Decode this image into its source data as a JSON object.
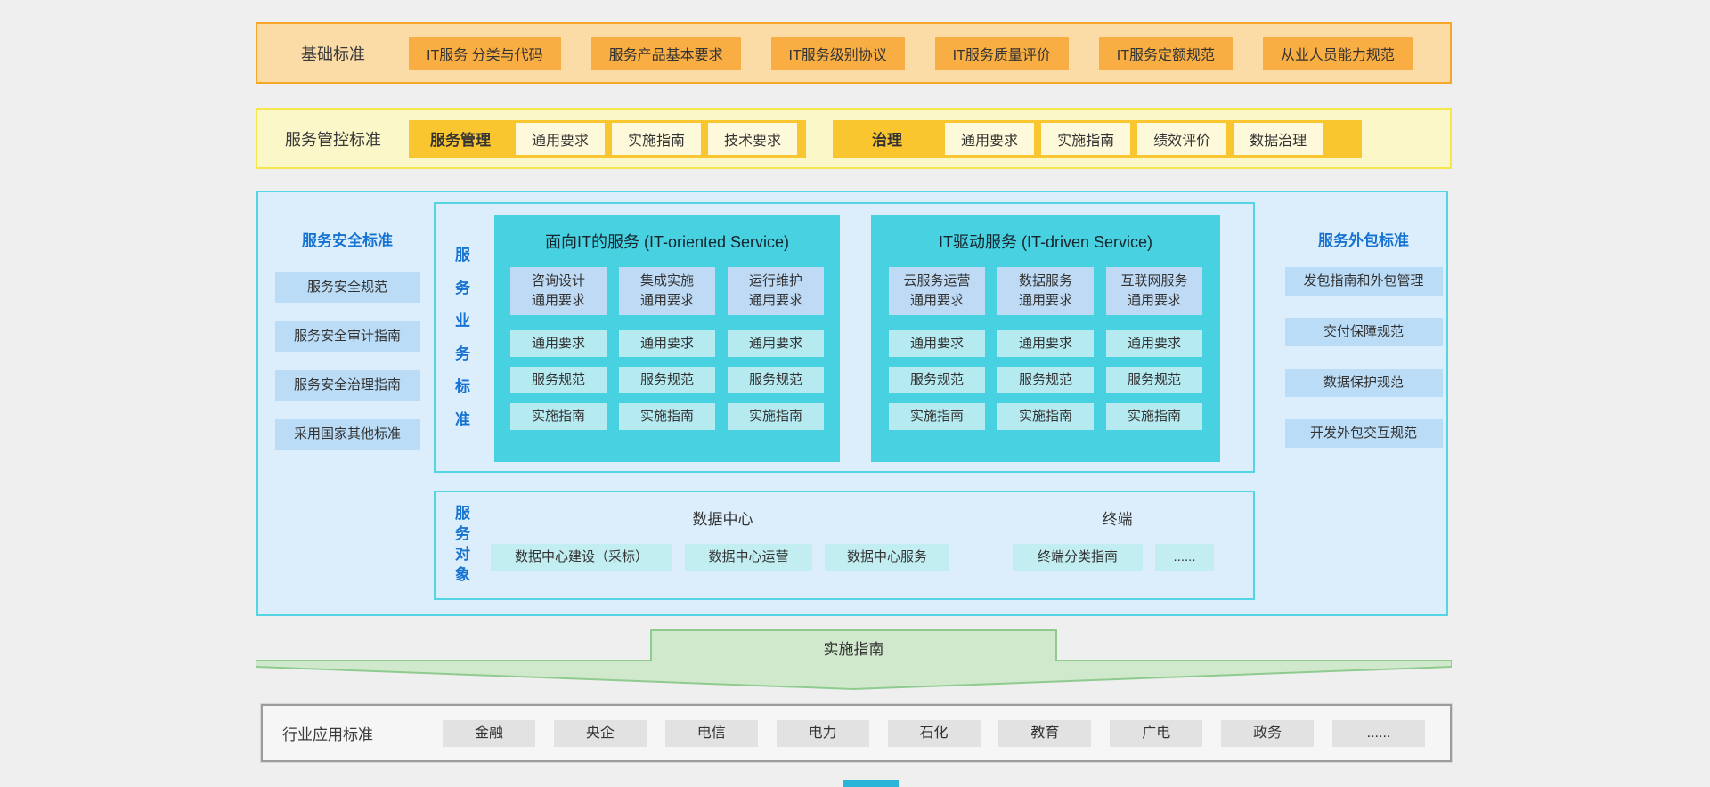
{
  "colors": {
    "page_bg": "#efeff0",
    "basic_row_bg": "#fcdca6",
    "basic_row_border": "#f6a629",
    "basic_button_bg": "#f9ae43",
    "control_row_bg": "#fbf7c9",
    "control_row_border": "#f5e74b",
    "control_group_bg": "#f9c62f",
    "control_item_bg": "#fdf9da",
    "main_bg": "#dceefb",
    "cyan_border": "#55d4e4",
    "blue_title_text": "#1673d1",
    "blue_item_bg": "#bbdcf7",
    "panel_bg": "#47d1e1",
    "panel_header_bg": "#bfdaf4",
    "panel_cell_bg": "#b5eaf1",
    "object_item_bg": "#c2eef2",
    "arrow_fill": "#d0e9cd",
    "arrow_border": "#8fcb8f",
    "industry_border": "#9c9c9c",
    "industry_btn_bg": "#e2e2e2"
  },
  "basic_row": {
    "title": "基础标准",
    "items": [
      "IT服务 分类与代码",
      "服务产品基本要求",
      "IT服务级别协议",
      "IT服务质量评价",
      "IT服务定额规范",
      "从业人员能力规范"
    ]
  },
  "control_row": {
    "title": "服务管控标准",
    "groups": [
      {
        "label": "服务管理",
        "items": [
          "通用要求",
          "实施指南",
          "技术要求"
        ]
      },
      {
        "label": "治理",
        "items": [
          "通用要求",
          "实施指南",
          "绩效评价",
          "数据治理"
        ]
      }
    ]
  },
  "security": {
    "title": "服务安全标准",
    "items": [
      "服务安全规范",
      "服务安全审计指南",
      "服务安全治理指南",
      "采用国家其他标准"
    ]
  },
  "business": {
    "side_label": "服务业务标准",
    "panels": [
      {
        "title": "面向IT的服务 (IT-oriented Service)",
        "columns": [
          {
            "header_line1": "咨询设计",
            "header_line2": "通用要求",
            "rows": [
              "通用要求",
              "服务规范",
              "实施指南"
            ]
          },
          {
            "header_line1": "集成实施",
            "header_line2": "通用要求",
            "rows": [
              "通用要求",
              "服务规范",
              "实施指南"
            ]
          },
          {
            "header_line1": "运行维护",
            "header_line2": "通用要求",
            "rows": [
              "通用要求",
              "服务规范",
              "实施指南"
            ]
          }
        ]
      },
      {
        "title": "IT驱动服务 (IT-driven Service)",
        "columns": [
          {
            "header_line1": "云服务运营",
            "header_line2": "通用要求",
            "rows": [
              "通用要求",
              "服务规范",
              "实施指南"
            ]
          },
          {
            "header_line1": "数据服务",
            "header_line2": "通用要求",
            "rows": [
              "通用要求",
              "服务规范",
              "实施指南"
            ]
          },
          {
            "header_line1": "互联网服务",
            "header_line2": "通用要求",
            "rows": [
              "通用要求",
              "服务规范",
              "实施指南"
            ]
          }
        ]
      }
    ]
  },
  "objects": {
    "side_label": "服务对象",
    "groups": [
      {
        "title": "数据中心",
        "items": [
          "数据中心建设（采标）",
          "数据中心运营",
          "数据中心服务"
        ]
      },
      {
        "title": "终端",
        "items": [
          "终端分类指南",
          "......"
        ]
      }
    ]
  },
  "outsourcing": {
    "title": "服务外包标准",
    "items": [
      "发包指南和外包管理",
      "交付保障规范",
      "数据保护规范",
      "开发外包交互规范"
    ]
  },
  "arrow": {
    "label": "实施指南"
  },
  "industry_row": {
    "title": "行业应用标准",
    "items": [
      "金融",
      "央企",
      "电信",
      "电力",
      "石化",
      "教育",
      "广电",
      "政务",
      "......"
    ]
  }
}
